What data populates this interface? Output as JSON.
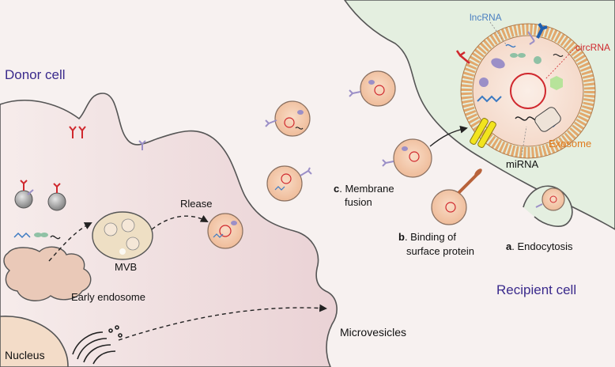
{
  "labels": {
    "donor_cell": "Donor cell",
    "recipient_cell": "Recipient cell",
    "nucleus": "Nucleus",
    "early_endosome": "Early endosome",
    "mvb": "MVB",
    "release": "Rlease",
    "microvesicles": "Microvesicles",
    "membrane_fusion_letter": "c",
    "membrane_fusion_1": ". Membrane",
    "membrane_fusion_2": "fusion",
    "binding_letter": "b",
    "binding_1": ". Binding of",
    "binding_2": "surface protein",
    "endocytosis_letter": "a",
    "endocytosis": ". Endocytosis",
    "lncrna": "lncRNA",
    "circrna": "circRNA",
    "exosome": "Exosome",
    "mirna": "miRNA"
  },
  "colors": {
    "donor_title": "#3a2a8c",
    "recipient_title": "#3a2a8c",
    "lncrna": "#4a7fc1",
    "circrna": "#d0282e",
    "exosome": "#e07b1d",
    "recipient_fill": "#e3eedf",
    "donor_fill": "#f0dcdf",
    "vesicle_fill": "#f2c9ac"
  }
}
